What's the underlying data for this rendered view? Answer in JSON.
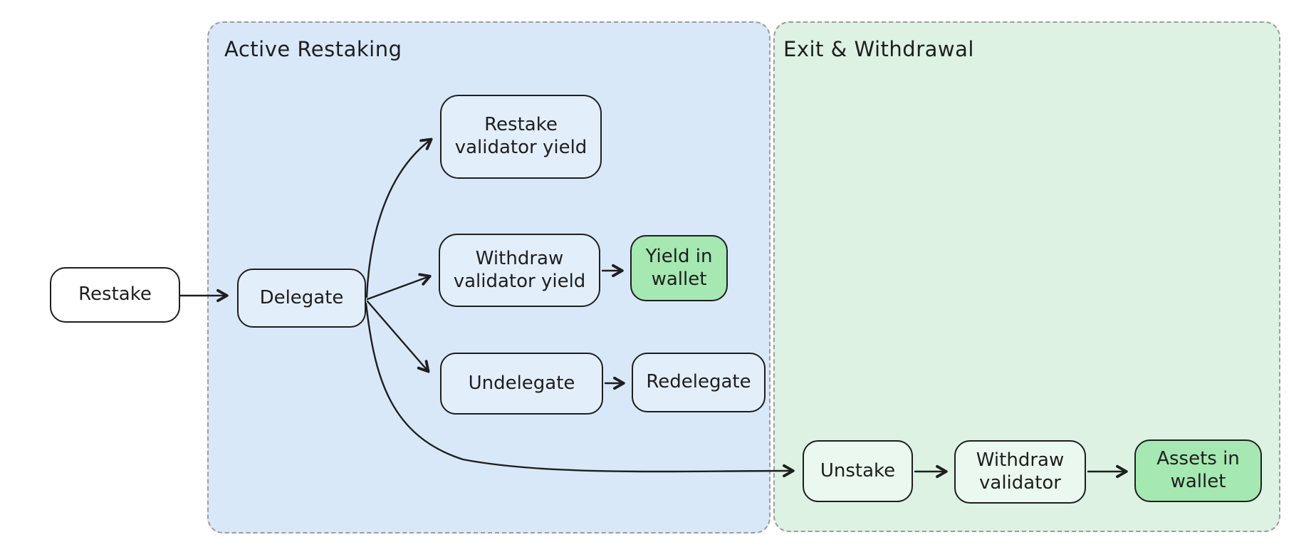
{
  "diagram": {
    "sections": [
      {
        "id": "active-restaking",
        "label": "Active Restaking",
        "fill": "#d9e8f8",
        "border": "#9c9c9c dashed"
      },
      {
        "id": "exit-withdrawal",
        "label": "Exit & Withdrawal",
        "fill": "#ddf2e3",
        "border": "#9c9c9c dashed"
      }
    ],
    "nodes": {
      "restake": {
        "label": "Restake",
        "fill": "#ffffff",
        "section": null
      },
      "delegate": {
        "label": "Delegate",
        "fill": "#e3eefb",
        "section": "active-restaking"
      },
      "restake_validator_yield": {
        "label": "Restake\nvalidator yield",
        "fill": "#e3eefb",
        "section": "active-restaking"
      },
      "withdraw_validator_yield": {
        "label": "Withdraw\nvalidator yield",
        "fill": "#e3eefb",
        "section": "active-restaking"
      },
      "yield_in_wallet": {
        "label": "Yield in\nwallet",
        "fill": "#a5e8b2",
        "section": "active-restaking"
      },
      "undelegate": {
        "label": "Undelegate",
        "fill": "#e3eefb",
        "section": "active-restaking"
      },
      "redelegate": {
        "label": "Redelegate",
        "fill": "#e3eefb",
        "section": "active-restaking"
      },
      "unstake": {
        "label": "Unstake",
        "fill": "#eaf8ef",
        "section": "exit-withdrawal"
      },
      "withdraw_validator": {
        "label": "Withdraw\nvalidator",
        "fill": "#eaf8ef",
        "section": "exit-withdrawal"
      },
      "assets_in_wallet": {
        "label": "Assets in\nwallet",
        "fill": "#a5e8b2",
        "section": "exit-withdrawal"
      }
    },
    "edges": [
      {
        "from": "restake",
        "to": "delegate"
      },
      {
        "from": "delegate",
        "to": "restake_validator_yield"
      },
      {
        "from": "delegate",
        "to": "withdraw_validator_yield"
      },
      {
        "from": "delegate",
        "to": "undelegate"
      },
      {
        "from": "delegate",
        "to": "unstake"
      },
      {
        "from": "withdraw_validator_yield",
        "to": "yield_in_wallet"
      },
      {
        "from": "undelegate",
        "to": "redelegate"
      },
      {
        "from": "unstake",
        "to": "withdraw_validator"
      },
      {
        "from": "withdraw_validator",
        "to": "assets_in_wallet"
      }
    ],
    "colors": {
      "stroke": "#1e1e1e",
      "section_border": "#9c9c9c",
      "section_blue": "#d9e8f8",
      "section_green": "#ddf2e3",
      "node_blue": "#e3eefb",
      "node_green_light": "#eaf8ef",
      "node_green": "#a5e8b2",
      "node_white": "#ffffff",
      "background": "#ffffff"
    }
  }
}
